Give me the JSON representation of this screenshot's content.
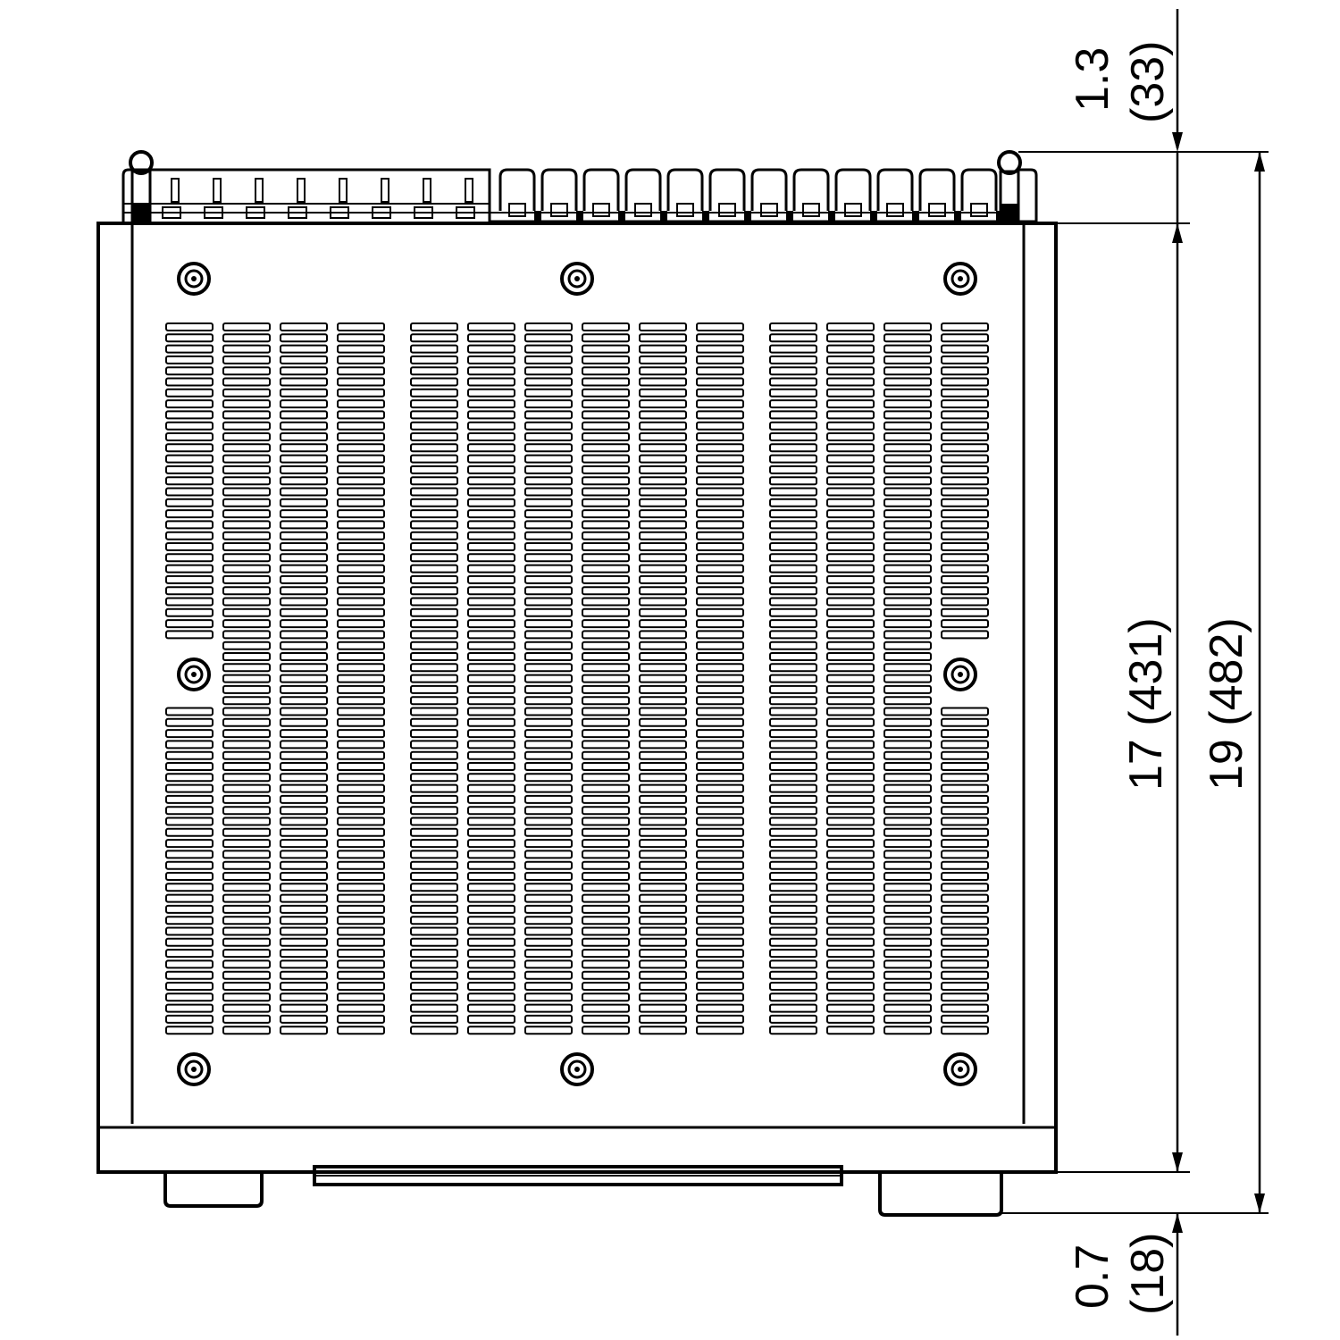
{
  "dimensions": {
    "top_offset": {
      "inches": "1.3",
      "mm": "(33)"
    },
    "body_depth": {
      "label": "17 (431)"
    },
    "total_depth": {
      "label": "19 (482)"
    },
    "bottom_offset": {
      "inches": "0.7",
      "mm": "(18)"
    }
  },
  "colors": {
    "line": "#000000",
    "background": "#ffffff"
  },
  "icons": [
    "mounting-screw-icon",
    "vent-slot-icon",
    "terminal-icon",
    "dimension-arrow-icon"
  ]
}
